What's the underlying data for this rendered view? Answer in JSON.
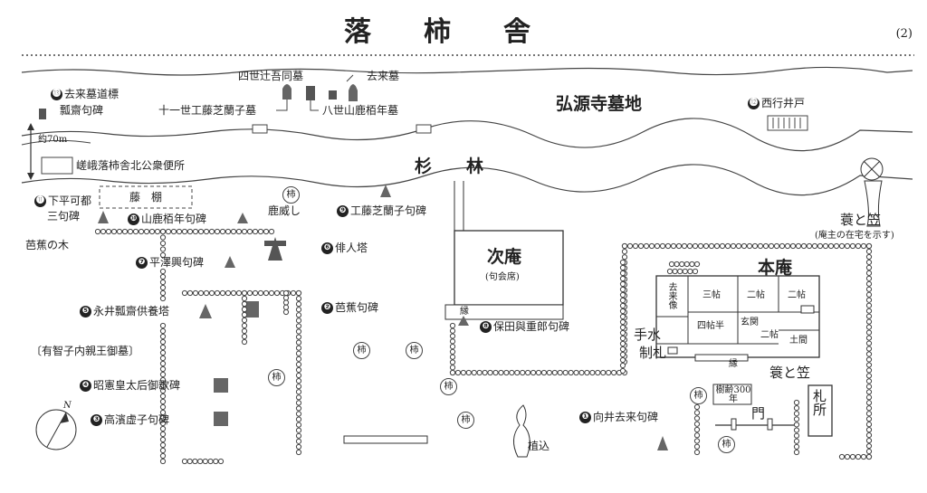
{
  "header": {
    "title": "落柿舎",
    "page_number": "(2)"
  },
  "areas": {
    "cemetery": "弘源寺墓地",
    "cedar_grove": "杉　　林",
    "wisteria": "藤　棚",
    "main_hermitage": "本庵",
    "sub_hermitage": "次庵",
    "sub_hermitage_note": "(句会席)",
    "distance": "約70m",
    "toilet": "嵯峨落柿舎北公衆便所"
  },
  "numbered_sites": [
    {
      "num": "❶",
      "label": "向井去来句碑"
    },
    {
      "num": "❷",
      "label": "芭蕉句碑"
    },
    {
      "num": "❸",
      "label": "高濱虚子句碑"
    },
    {
      "num": "❹",
      "label": "昭憲皇太后御歌碑"
    },
    {
      "num": "❺",
      "label": "永井瓢齋供養塔"
    },
    {
      "num": "❻",
      "label": "俳人塔"
    },
    {
      "num": "❼",
      "label": "平澤興句碑"
    },
    {
      "num": "❽",
      "label": "保田與重郎句碑"
    },
    {
      "num": "❾",
      "label": "工藤芝蘭子句碑"
    },
    {
      "num": "❿",
      "label": "山鹿栢年句碑"
    },
    {
      "num": "⓫",
      "label": "下平可都",
      "label2": "三句碑"
    },
    {
      "num": "⓬",
      "label": "西行井戸"
    },
    {
      "num": "⓭",
      "label": "去来墓道標",
      "label2": "瓢齋句碑"
    }
  ],
  "graves": {
    "kyorai": "去来墓",
    "shisei": "四世辻吾同墓",
    "juichisei": "十一世工藤芝蘭子墓",
    "hassei": "八世山鹿栢年墓"
  },
  "misc": {
    "shishiodoshi": "鹿威し",
    "basho_tree": "芭蕉の木",
    "arisu": "〔有智子内親王御墓〕",
    "mino_kasa": "蓑と笠",
    "mino_kasa_note": "(庵主の在宅を示す)",
    "mino_kasa2": "簑と笠",
    "fuda": "札所",
    "mon": "門",
    "age_box": "樹齢300年",
    "uekomi": "植込",
    "chozu": "手水",
    "seisatsu": "制札",
    "en_left": "縁",
    "en_bottom": "縁",
    "kaki": "柿"
  },
  "rooms": [
    "去来像",
    "三帖",
    "四帖半",
    "二帖",
    "二帖",
    "玄関",
    "二帖",
    "土間"
  ],
  "compass": "N"
}
